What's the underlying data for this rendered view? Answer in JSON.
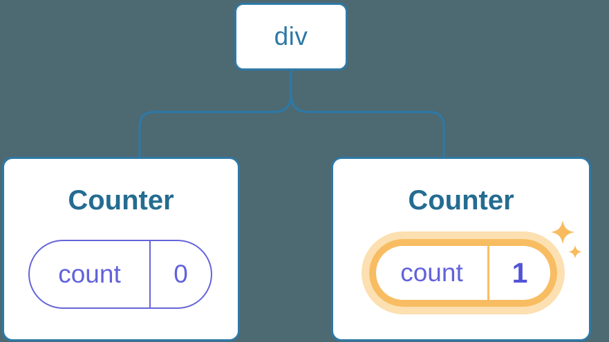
{
  "diagram": {
    "description": "React component tree with state update highlight",
    "root": {
      "label": "div"
    },
    "children": [
      {
        "title": "Counter",
        "state": {
          "key": "count",
          "value": "0"
        },
        "highlighted": false
      },
      {
        "title": "Counter",
        "state": {
          "key": "count",
          "value": "1"
        },
        "highlighted": true
      }
    ]
  },
  "colors": {
    "bg": "#4D6972",
    "node-bg": "#FFFFFF",
    "node-border": "#2E79A6",
    "div-text": "#2E79A6",
    "title-text": "#246C91",
    "state-purple": "#6262DB",
    "state-border": "#6464DA",
    "state-value-bold": "#5153D6",
    "highlight-orange": "#F8BD62",
    "highlight-halo": "#FCE0B1",
    "sparkle": "#F8BC5F"
  }
}
